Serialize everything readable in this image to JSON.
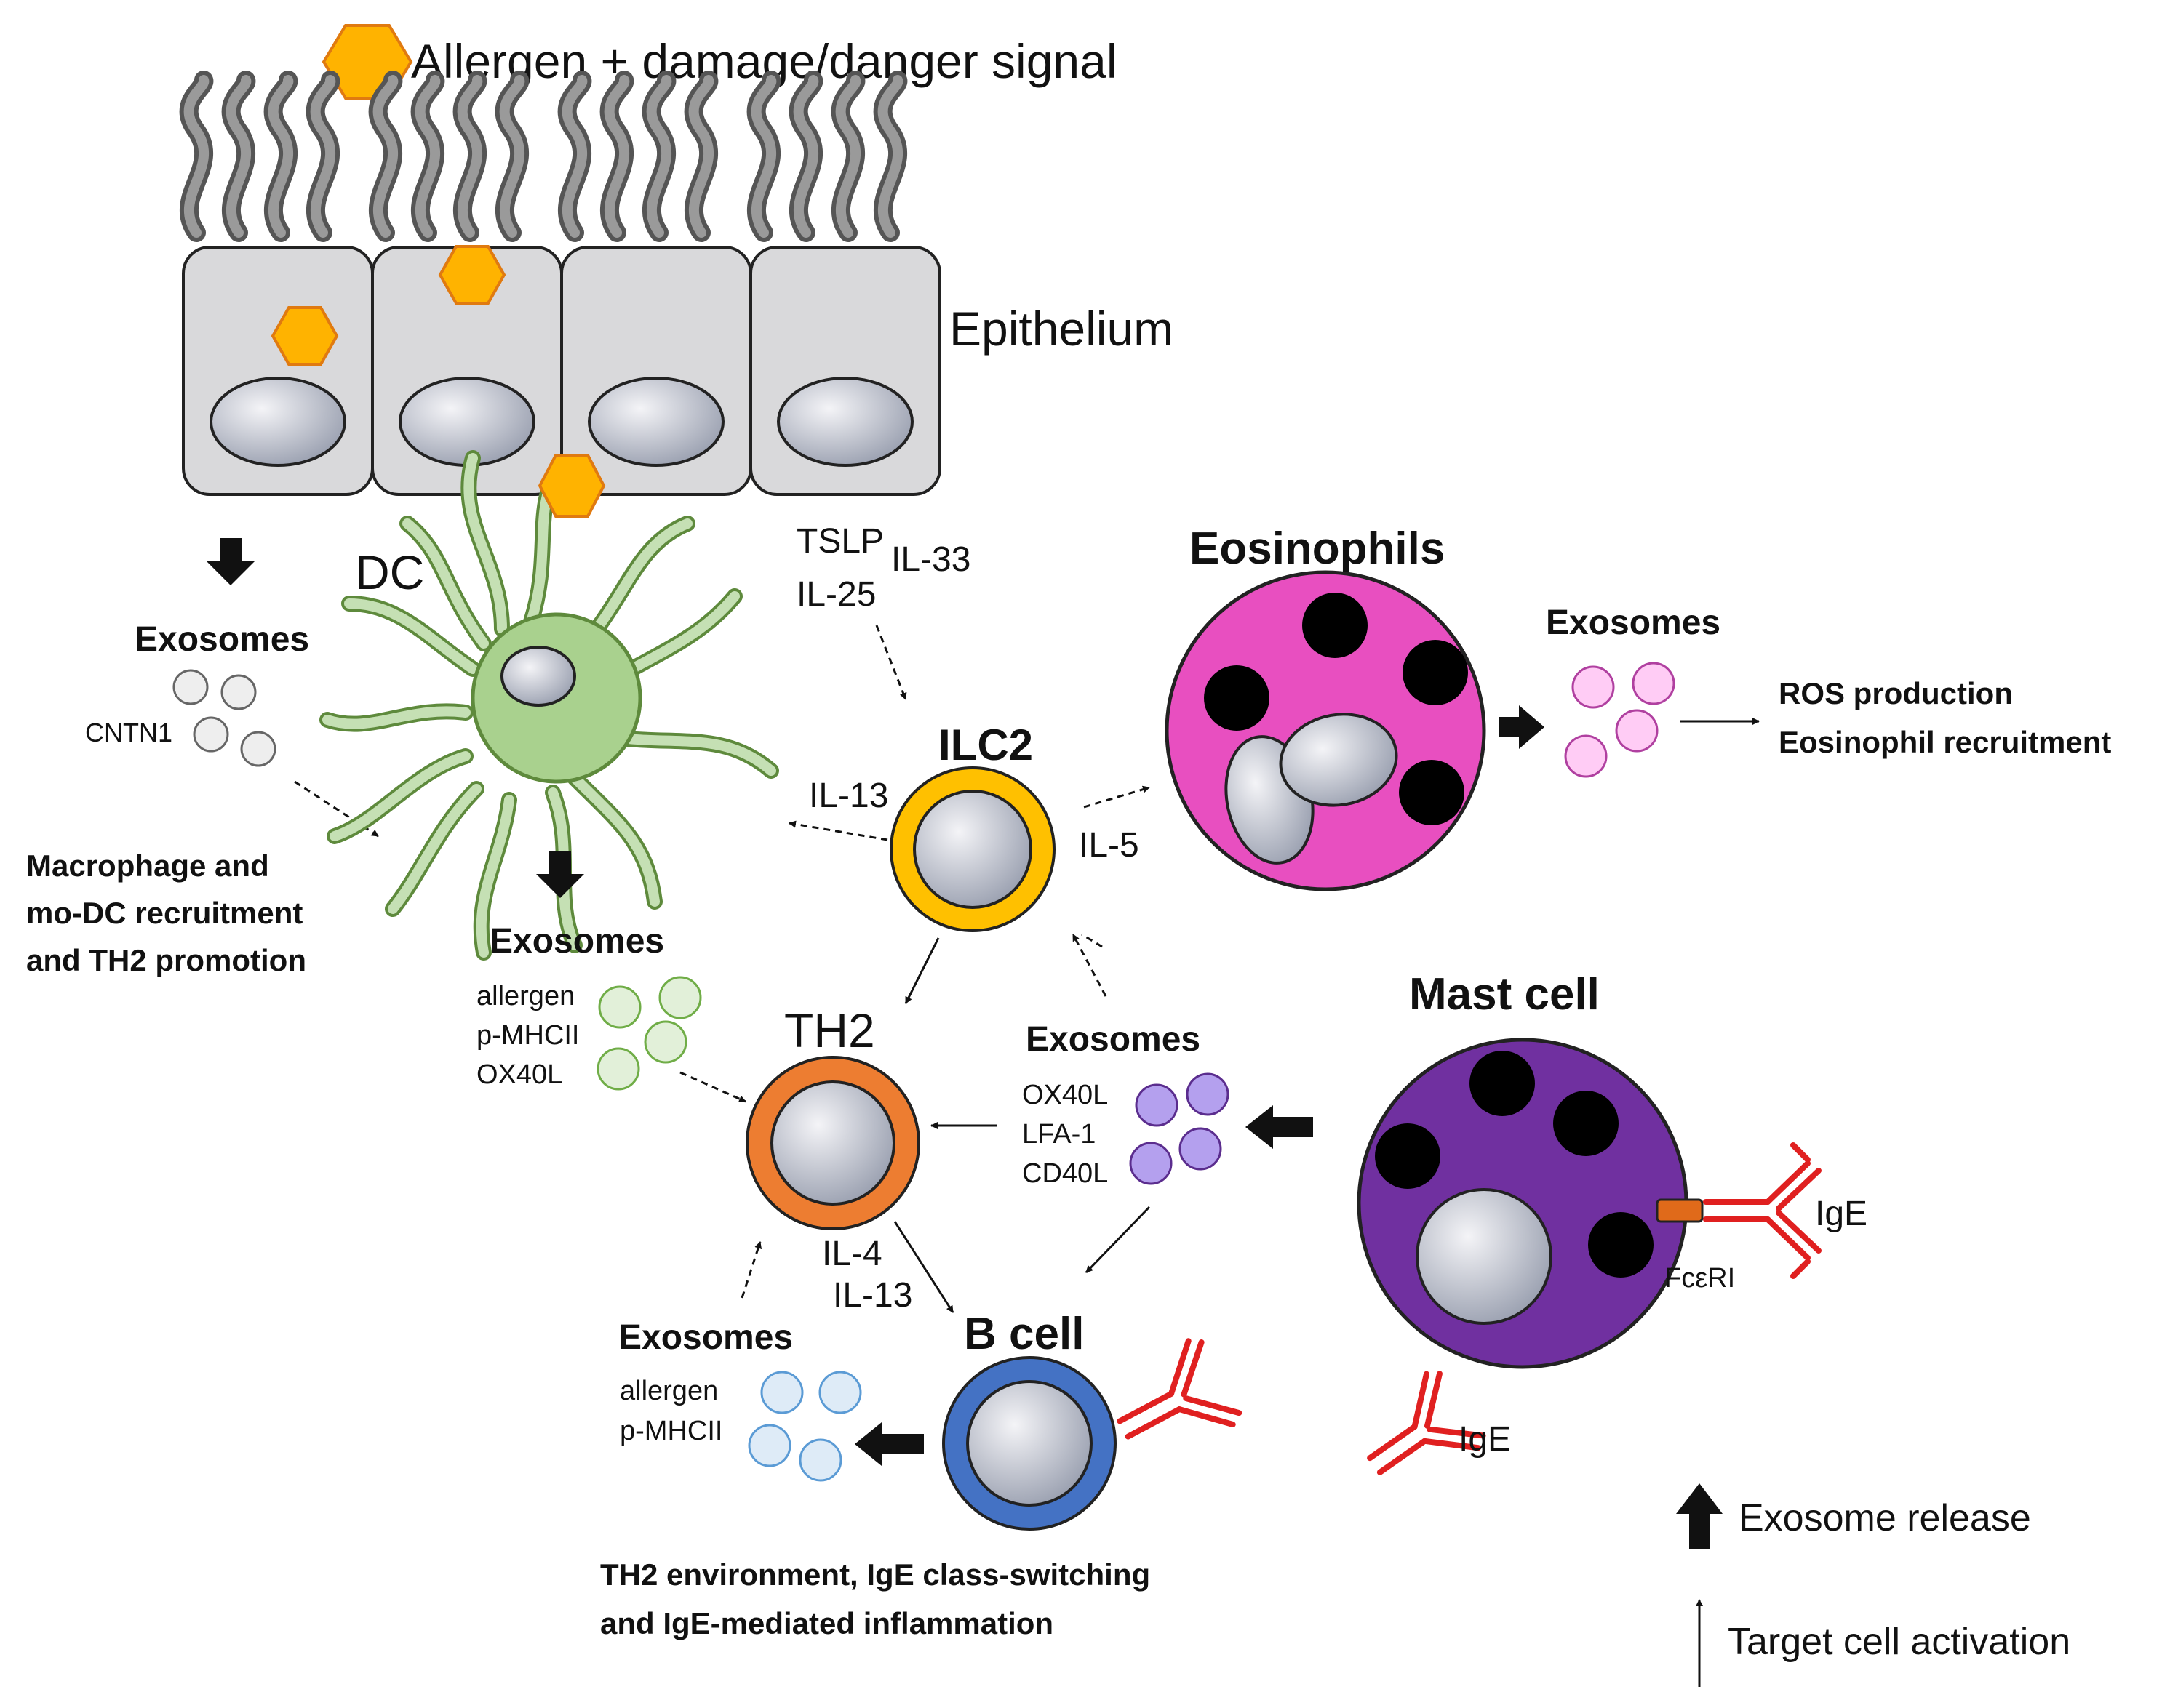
{
  "legend": {
    "allergen": "Allergen + damage/danger signal",
    "exosome_release": "Exosome release",
    "target_activation": "Target cell activation"
  },
  "epithelium": {
    "label": "Epithelium"
  },
  "epithelial_exosomes": {
    "title": "Exosomes",
    "cargo": [
      "CNTN1"
    ]
  },
  "epithelial_effect": {
    "lines": [
      "Macrophage and",
      "mo-DC recruitment",
      "and TH2 promotion"
    ]
  },
  "dc": {
    "label": "DC"
  },
  "dc_exosomes": {
    "title": "Exosomes",
    "cargo": [
      "allergen",
      "p-MHCII",
      "OX40L"
    ]
  },
  "alarmins": {
    "tslp": "TSLP",
    "il33": "IL-33",
    "il25": "IL-25"
  },
  "ilc2": {
    "label": "ILC2",
    "il13": "IL-13",
    "il5": "IL-5"
  },
  "eosinophils": {
    "label": "Eosinophils"
  },
  "eos_exosomes": {
    "title": "Exosomes"
  },
  "eos_effect": {
    "lines": [
      "ROS production",
      "Eosinophil recruitment"
    ]
  },
  "th2": {
    "label": "TH2",
    "il4": "IL-4",
    "il13": "IL-13"
  },
  "mast_exosomes": {
    "title": "Exosomes",
    "cargo": [
      "OX40L",
      "LFA-1",
      "CD40L"
    ]
  },
  "mast_cell": {
    "label": "Mast cell",
    "receptor": "FcεRI",
    "ige": "IgE"
  },
  "b_cell": {
    "label": "B cell"
  },
  "b_exosomes": {
    "title": "Exosomes",
    "cargo": [
      "allergen",
      "p-MHCII"
    ]
  },
  "b_effect": {
    "lines": [
      "TH2 environment, IgE class-switching",
      "and IgE-mediated inflammation"
    ]
  },
  "free_ige": {
    "label": "IgE"
  },
  "colors": {
    "allergen": "#FFB300",
    "cell_gray": "#D9D9DB",
    "dc": "#A9D18E",
    "ilc2": "#FFC000",
    "th2": "#ED7D31",
    "eosinophil": "#E84FC0",
    "mast": "#7030A0",
    "bcell": "#4472C4",
    "ige": "#E02020"
  }
}
